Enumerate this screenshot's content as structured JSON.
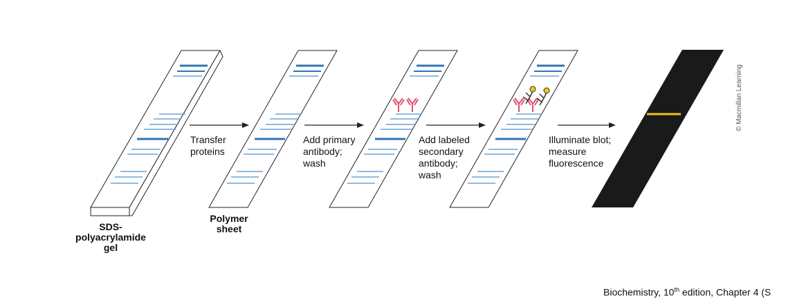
{
  "steps": {
    "transfer": "Transfer\nproteins",
    "primary": "Add primary\nantibody;\nwash",
    "secondary": "Add labeled\nsecondary\nantibody;\nwash",
    "illuminate": "Illuminate blot;\nmeasure\nfluorescence"
  },
  "labels": {
    "gel": "SDS-\npolyacrylamide\ngel",
    "sheet": "Polymer\nsheet"
  },
  "credit": "© Macmillan Learning",
  "footer": {
    "prefix": "Biochemistry, 10",
    "sup": "th",
    "suffix": " edition, Chapter 4 (S"
  },
  "colors": {
    "band": "#2f74b5",
    "band_light": "#6aa3d8",
    "antibody_primary": "#e0506e",
    "antibody_secondary": "#333333",
    "fluor": "#f0c419",
    "blot_dark": "#1a1a1a"
  }
}
